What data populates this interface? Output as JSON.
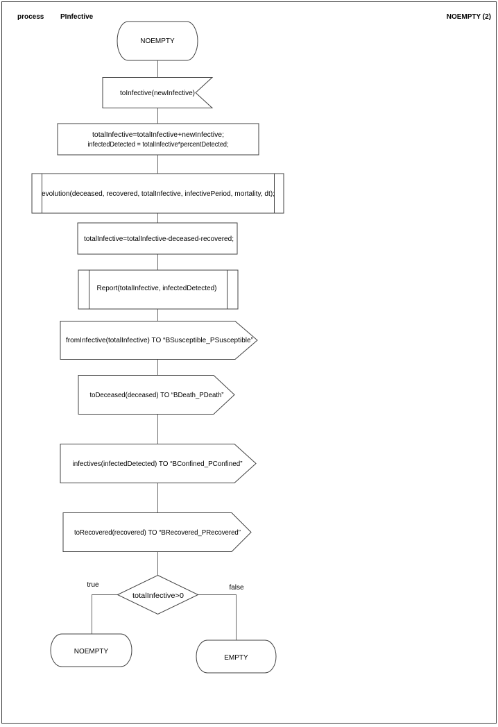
{
  "header": {
    "kind": "process",
    "name": "PInfective",
    "page_state": "NOEMPTY (2)"
  },
  "flow": {
    "start_state": "NOEMPTY",
    "input_signal": "toInfective(newInfective)",
    "task_update": {
      "line1": "totalInfective=totalInfective+newInfective;",
      "line2": "infectedDetected = totalInfective*percentDetected;"
    },
    "call_evolution": "evolution(deceased, recovered, totalInfective, infectivePeriod, mortality, dt);",
    "task_decrement": "totalInfective=totalInfective-deceased-recovered;",
    "call_report": "Report(totalInfective, infectedDetected)",
    "output_susceptible": "fromInfective(totalInfective) TO “BSusceptible_PSusceptible”",
    "output_death": "toDeceased(deceased) TO “BDeath_PDeath”",
    "output_confined": "infectives(infectedDetected) TO “BConfined_PConfined”",
    "output_recovered": "toRecovered(recovered) TO “BRecovered_PRecovered”",
    "decision_condition": "totalInfective>0",
    "label_true": "true",
    "label_false": "false",
    "next_state_true": "NOEMPTY",
    "next_state_false": "EMPTY"
  },
  "colors": {
    "shape_outline": "#404040",
    "connector": "#666666",
    "text": "#000000",
    "page_border": "#3a3a3a",
    "background": "#ffffff"
  }
}
